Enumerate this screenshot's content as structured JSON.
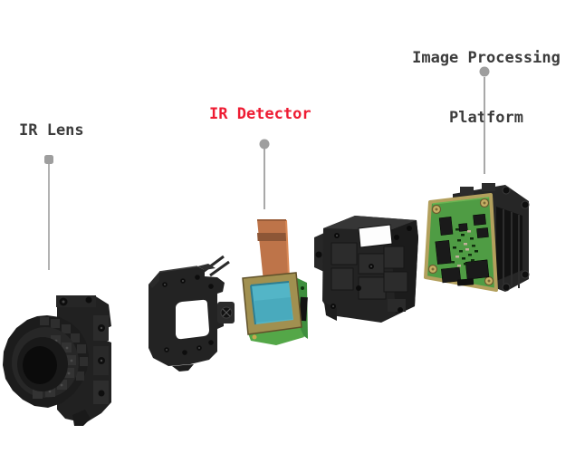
{
  "scene": {
    "description": "Exploded view diagram of an infrared camera module",
    "background_color": "#ffffff"
  },
  "labels": {
    "ir_lens": {
      "text": "IR Lens",
      "color": "#3c3c3c"
    },
    "ir_detector": {
      "text": "IR Detector",
      "color": "#ee1c33"
    },
    "image_processing_platform": {
      "line1": "Image Processing",
      "line2": "Platform",
      "color": "#3c3c3c"
    }
  },
  "leader": {
    "color": "#9e9e9e"
  },
  "colors": {
    "plastic_dark": "#232323",
    "plastic_mid": "#303030",
    "pcb_green": "#4f9c44",
    "pcb_side_green": "#3e8f3e",
    "pcb_edge_gold": "#b3a05d",
    "flex_copper": "#be7449",
    "flex_band": "#8d5636",
    "sensor_frame_gold": "#a19050",
    "sensor_window_teal": "#53b5c7",
    "chip_black": "#1a1a1a",
    "screw_gold": "#c6b065"
  },
  "components": [
    "ir-lens-assembly",
    "lens-mounting-bracket",
    "detector-flex-cable",
    "ir-detector-sensor",
    "shutter-housing",
    "image-processing-board",
    "module-rear-frame"
  ]
}
